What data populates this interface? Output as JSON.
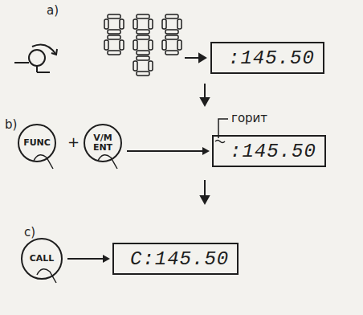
{
  "diagram": {
    "nodes": [
      {
        "text": [
          ":145.50"
        ]
      },
      {
        "text": [
          "FUNC"
        ]
      },
      {
        "text": [
          "V/M",
          "ENT"
        ]
      },
      {
        "text": [
          ":145.50"
        ]
      },
      {
        "text": [
          "CALL"
        ]
      },
      {
        "text": [
          "C:145.50"
        ]
      }
    ],
    "edges": [
      {
        "from": 2,
        "to": 3,
        "arrow": "to"
      },
      {
        "from": 4,
        "to": 5,
        "arrow": "to"
      }
    ],
    "labels": [
      "a)",
      "b)",
      "+",
      "горит",
      "c)"
    ]
  }
}
